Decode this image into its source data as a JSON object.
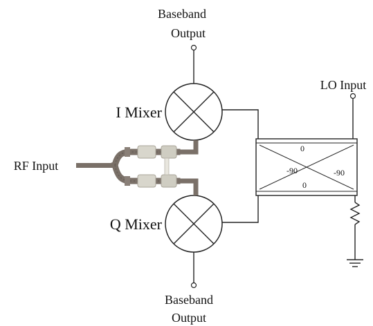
{
  "labels": {
    "baseband_top_line1": "Baseband",
    "baseband_top_line2": "Output",
    "baseband_bottom_line1": "Baseband",
    "baseband_bottom_line2": "Output",
    "i_mixer": "I Mixer",
    "q_mixer": "Q Mixer",
    "rf_input": "RF Input",
    "lo_input": "LO Input"
  },
  "hybrid": {
    "phase_top": "0",
    "phase_left": "-90",
    "phase_right": "-90",
    "phase_bottom": "0"
  },
  "colors": {
    "line": "#222222",
    "splitter_metal": "#7a7068",
    "splitter_ceramic": "#d8d6cc"
  }
}
